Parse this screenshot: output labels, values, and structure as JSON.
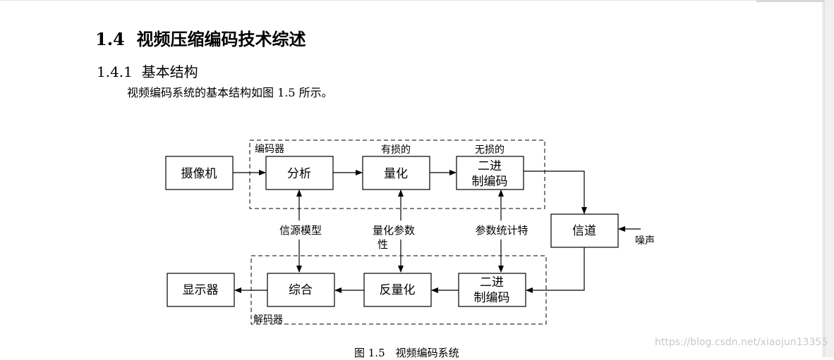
{
  "heading": {
    "number": "1.4",
    "title": "视频压缩编码技术综述"
  },
  "subheading": {
    "number": "1.4.1",
    "title": "基本结构"
  },
  "paragraph": "视频编码系统的基本结构如图 1.5 所示。",
  "diagram": {
    "encoder_label": "编码器",
    "decoder_label": "解码器",
    "camera": "摄像机",
    "analysis": "分析",
    "quantize": "量化",
    "lossy": "有损的",
    "lossless": "无损的",
    "binary_enc_line1": "二进",
    "binary_enc_line2": "制编码",
    "channel": "信道",
    "noise": "噪声",
    "source_model": "信源模型",
    "quant_param_line1": "量化参数",
    "quant_param_line2": "性",
    "param_stats": "参数统计特",
    "display": "显示器",
    "synthesis": "综合",
    "dequantize": "反量化",
    "binary_dec_line1": "二进",
    "binary_dec_line2": "制编码"
  },
  "caption": "图 1.5　视频编码系统",
  "watermark": "https://blog.csdn.net/xiaojun13355"
}
